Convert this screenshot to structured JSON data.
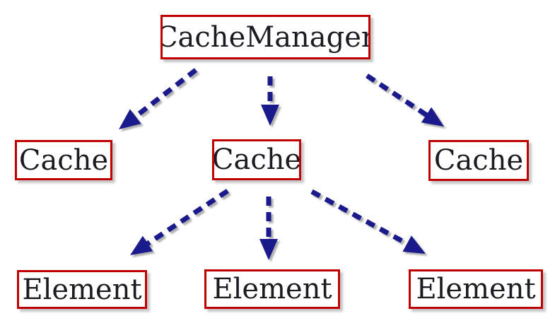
{
  "diagram": {
    "nodes": {
      "cache_manager": {
        "label": "CacheManager"
      },
      "cache_left": {
        "label": "Cache"
      },
      "cache_middle": {
        "label": "Cache"
      },
      "cache_right": {
        "label": "Cache"
      },
      "element_left": {
        "label": "Element"
      },
      "element_middle": {
        "label": "Element"
      },
      "element_right": {
        "label": "Element"
      }
    },
    "edges": [
      {
        "from": "cache_manager",
        "to": "cache_left",
        "style": "dashed-arrow"
      },
      {
        "from": "cache_manager",
        "to": "cache_middle",
        "style": "dashed-arrow"
      },
      {
        "from": "cache_manager",
        "to": "cache_right",
        "style": "dashed-arrow"
      },
      {
        "from": "cache_middle",
        "to": "element_left",
        "style": "dashed-arrow"
      },
      {
        "from": "cache_middle",
        "to": "element_middle",
        "style": "dashed-arrow"
      },
      {
        "from": "cache_middle",
        "to": "element_right",
        "style": "dashed-arrow"
      }
    ],
    "colors": {
      "box_border": "#c00000",
      "box_background": "#ffffff",
      "arrow": "#1a1a8c",
      "text": "#1b1b22",
      "background": "#ffffff"
    }
  }
}
